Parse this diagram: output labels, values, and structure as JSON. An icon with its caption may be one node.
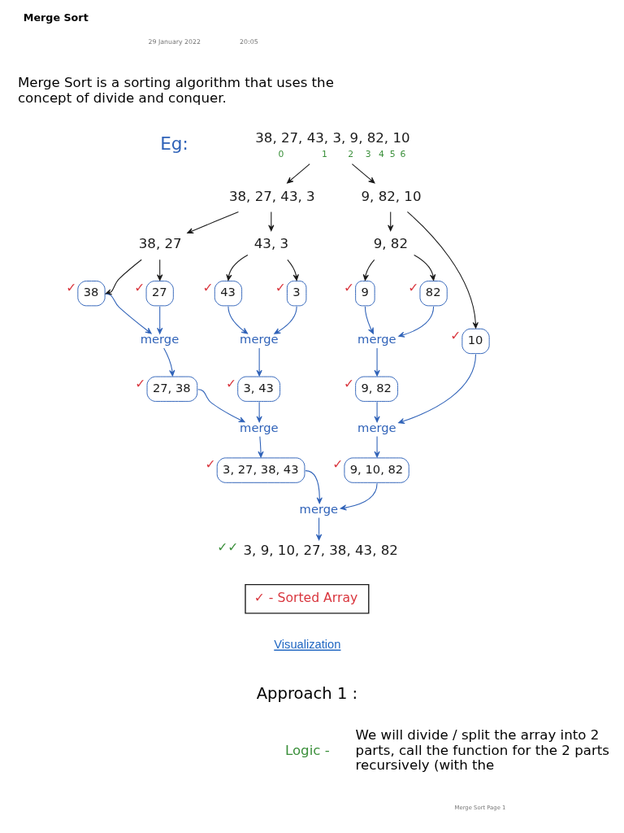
{
  "diagram": {
    "title": "Merge Sort",
    "nodes": [
      {
        "text": [
          "38, 27, 43, 3, 9, 82, 10"
        ],
        "beside": [
          "0",
          "1",
          "2",
          "3",
          "4",
          "5",
          "6"
        ]
      },
      {
        "text": [
          "38, 27, 43, 3"
        ]
      },
      {
        "text": [
          "9, 82, 10"
        ]
      },
      {
        "text": [
          "38, 27"
        ]
      },
      {
        "text": [
          "43, 3"
        ]
      },
      {
        "text": [
          "9, 82"
        ]
      },
      {
        "text": [
          "10"
        ],
        "beside": [
          "✓"
        ]
      },
      {
        "text": [
          "38"
        ],
        "beside": [
          "✓"
        ]
      },
      {
        "text": [
          "27"
        ],
        "beside": [
          "✓"
        ]
      },
      {
        "text": [
          "43"
        ],
        "beside": [
          "✓"
        ]
      },
      {
        "text": [
          "3"
        ],
        "beside": [
          "✓"
        ]
      },
      {
        "text": [
          "9"
        ],
        "beside": [
          "✓"
        ]
      },
      {
        "text": [
          "82"
        ],
        "beside": [
          "✓"
        ]
      },
      {
        "text": [
          "merge"
        ]
      },
      {
        "text": [
          "merge"
        ]
      },
      {
        "text": [
          "merge"
        ]
      },
      {
        "text": [
          "27, 38"
        ],
        "beside": [
          "✓"
        ]
      },
      {
        "text": [
          "3, 43"
        ],
        "beside": [
          "✓"
        ]
      },
      {
        "text": [
          "9, 82"
        ],
        "beside": [
          "✓"
        ]
      },
      {
        "text": [
          "merge"
        ]
      },
      {
        "text": [
          "merge"
        ]
      },
      {
        "text": [
          "3, 27, 38, 43"
        ],
        "beside": [
          "✓"
        ]
      },
      {
        "text": [
          "9, 10, 82"
        ],
        "beside": [
          "✓"
        ]
      },
      {
        "text": [
          "merge"
        ]
      },
      {
        "text": [
          "3, 9, 10, 27, 38, 43, 82"
        ],
        "beside": [
          "✓✓"
        ]
      }
    ],
    "edges": [
      {
        "from": 0,
        "to": 1,
        "arrow": "to",
        "color": "#1a1a1a"
      },
      {
        "from": 0,
        "to": 2,
        "arrow": "to",
        "color": "#1a1a1a"
      },
      {
        "from": 1,
        "to": 3,
        "arrow": "to",
        "color": "#1a1a1a"
      },
      {
        "from": 1,
        "to": 4,
        "arrow": "to",
        "color": "#1a1a1a"
      },
      {
        "from": 2,
        "to": 5,
        "arrow": "to",
        "color": "#1a1a1a"
      },
      {
        "from": 2,
        "to": 6,
        "arrow": "to",
        "color": "#1a1a1a"
      },
      {
        "from": 3,
        "to": 7,
        "arrow": "to",
        "color": "#1a1a1a"
      },
      {
        "from": 3,
        "to": 8,
        "arrow": "to",
        "color": "#1a1a1a"
      },
      {
        "from": 4,
        "to": 9,
        "arrow": "to",
        "color": "#1a1a1a"
      },
      {
        "from": 4,
        "to": 10,
        "arrow": "to",
        "color": "#1a1a1a"
      },
      {
        "from": 5,
        "to": 11,
        "arrow": "to",
        "color": "#1a1a1a"
      },
      {
        "from": 5,
        "to": 12,
        "arrow": "to",
        "color": "#1a1a1a"
      },
      {
        "from": 7,
        "to": 13,
        "arrow": "to"
      },
      {
        "from": 8,
        "to": 13,
        "arrow": "to"
      },
      {
        "from": 9,
        "to": 14,
        "arrow": "to"
      },
      {
        "from": 10,
        "to": 14,
        "arrow": "to"
      },
      {
        "from": 11,
        "to": 15,
        "arrow": "to"
      },
      {
        "from": 12,
        "to": 15,
        "arrow": "to"
      },
      {
        "from": 13,
        "to": 16,
        "arrow": "to"
      },
      {
        "from": 14,
        "to": 17,
        "arrow": "to"
      },
      {
        "from": 15,
        "to": 18,
        "arrow": "to"
      },
      {
        "from": 16,
        "to": 19,
        "arrow": "to"
      },
      {
        "from": 17,
        "to": 19,
        "arrow": "to"
      },
      {
        "from": 18,
        "to": 20,
        "arrow": "to"
      },
      {
        "from": 6,
        "to": 20,
        "arrow": "to"
      },
      {
        "from": 19,
        "to": 21,
        "arrow": "to"
      },
      {
        "from": 20,
        "to": 22,
        "arrow": "to"
      },
      {
        "from": 21,
        "to": 23,
        "arrow": "to"
      },
      {
        "from": 22,
        "to": 23,
        "arrow": "to"
      },
      {
        "from": 23,
        "to": 24,
        "arrow": "to"
      }
    ],
    "labels": [
      "29 January 2022",
      "20:05",
      "Merge Sort is a sorting algorithm that uses the concept of divide and conquer.",
      "Eg:",
      "Visualization",
      "Approach 1 :",
      "Logic -",
      "We will divide / split the array into 2 parts, call the function for the 2 parts recursively (with the",
      "Merge Sort Page 1"
    ],
    "legend": [
      {
        "text": "✓ - Sorted Array"
      }
    ]
  }
}
